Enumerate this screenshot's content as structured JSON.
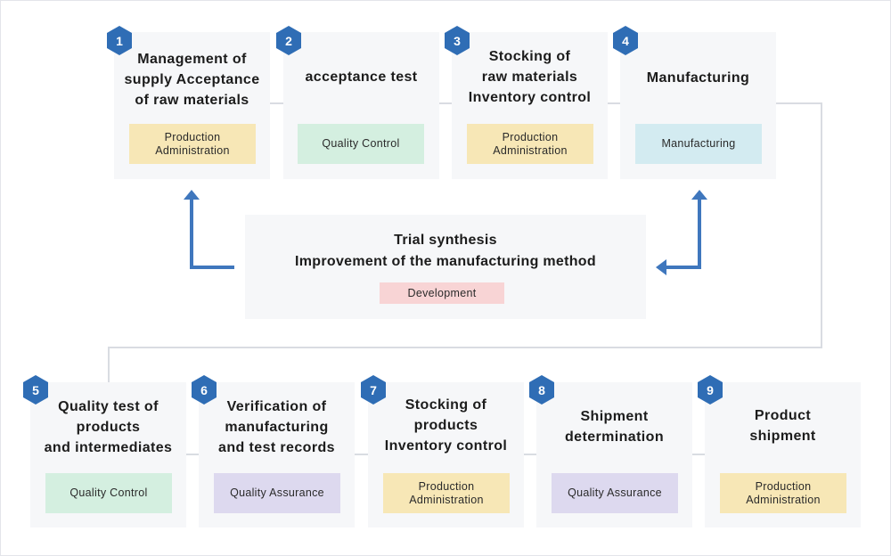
{
  "colors": {
    "badge": "#2f6db5",
    "arrow": "#3f77bd",
    "card_bg": "#f6f7f9",
    "line": "#d9dce2",
    "tag_production_administration": "#f7e7b6",
    "tag_quality_control": "#d4efe0",
    "tag_manufacturing": "#d3ebf1",
    "tag_quality_assurance": "#ddd9ef",
    "tag_development": "#f8d4d5"
  },
  "top_steps": [
    {
      "number": "1",
      "title": "Management of\nsupply Acceptance\nof raw materials",
      "tag": "Production\nAdministration"
    },
    {
      "number": "2",
      "title": "acceptance test",
      "tag": "Quality Control"
    },
    {
      "number": "3",
      "title": "Stocking of\nraw materials\nInventory control",
      "tag": "Production\nAdministration"
    },
    {
      "number": "4",
      "title": "Manufacturing",
      "tag": "Manufacturing"
    }
  ],
  "bottom_steps": [
    {
      "number": "5",
      "title": "Quality test of\nproducts\nand intermediates",
      "tag": "Quality Control"
    },
    {
      "number": "6",
      "title": "Verification of\nmanufacturing\nand test records",
      "tag": "Quality Assurance"
    },
    {
      "number": "7",
      "title": "Stocking of\nproducts\nInventory control",
      "tag": "Production\nAdministration"
    },
    {
      "number": "8",
      "title": "Shipment\ndetermination",
      "tag": "Quality Assurance"
    },
    {
      "number": "9",
      "title": "Product\nshipment",
      "tag": "Production\nAdministration"
    }
  ],
  "development": {
    "title": "Trial synthesis\nImprovement of the manufacturing method",
    "tag": "Development"
  },
  "icons": {
    "step_badge": "hexagon-badge-icon",
    "up_arrow": "arrow-up-icon",
    "left_arrow": "arrow-left-icon"
  }
}
